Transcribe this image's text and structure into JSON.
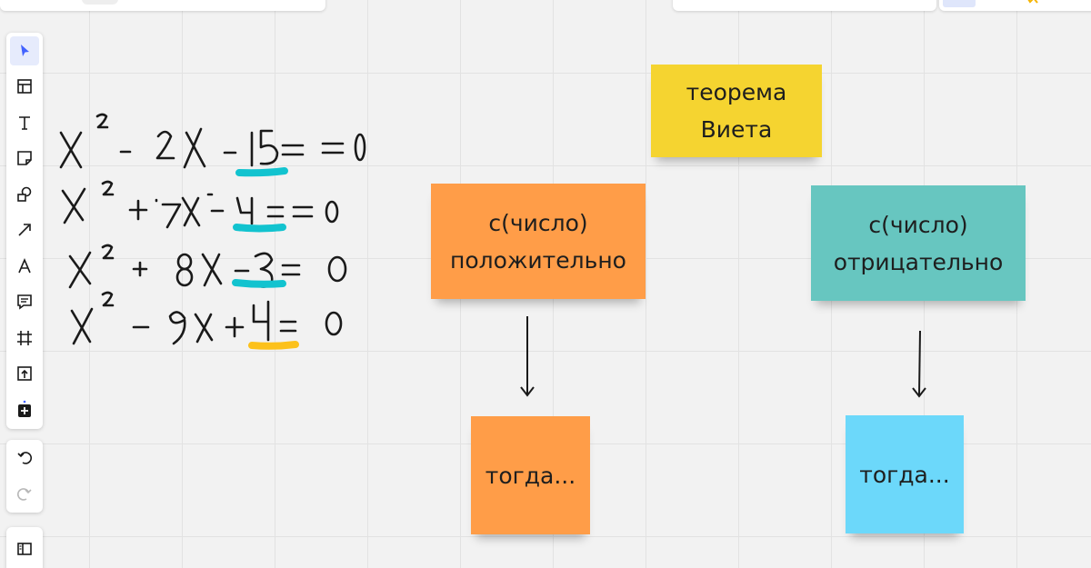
{
  "colors": {
    "yellow_note": "#f5d430",
    "orange_note": "#ff9d48",
    "teal_note": "#67c6c0",
    "blue_note": "#6cd8fa",
    "highlight_teal": "#12c3cf",
    "highlight_yellow": "#fcc11b",
    "ink": "#1a1a1a",
    "accent": "#4262ff"
  },
  "toolbar": {
    "tools": [
      {
        "name": "select-tool",
        "icon": "cursor-icon",
        "active": true
      },
      {
        "name": "templates-tool",
        "icon": "layout-icon"
      },
      {
        "name": "text-tool",
        "icon": "text-icon"
      },
      {
        "name": "sticky-note-tool",
        "icon": "sticky-note-icon"
      },
      {
        "name": "shapes-tool",
        "icon": "shapes-icon"
      },
      {
        "name": "connection-line-tool",
        "icon": "arrow-icon"
      },
      {
        "name": "pen-tool",
        "icon": "pen-icon"
      },
      {
        "name": "comment-tool",
        "icon": "comment-icon"
      },
      {
        "name": "frame-tool",
        "icon": "frame-icon"
      },
      {
        "name": "upload-tool",
        "icon": "upload-icon"
      },
      {
        "name": "more-apps-tool",
        "icon": "plus-icon"
      }
    ],
    "history": [
      {
        "name": "undo-button",
        "icon": "undo-icon"
      },
      {
        "name": "redo-button",
        "icon": "redo-icon"
      }
    ],
    "panel": {
      "name": "board-panel-button",
      "icon": "panel-icon"
    }
  },
  "notes": {
    "theorem": "теорема\nВиета",
    "positive": "с(число)\nположительно",
    "negative": "с(число)\nотрицательно",
    "then_left": "тогда...",
    "then_right": "тогда..."
  }
}
